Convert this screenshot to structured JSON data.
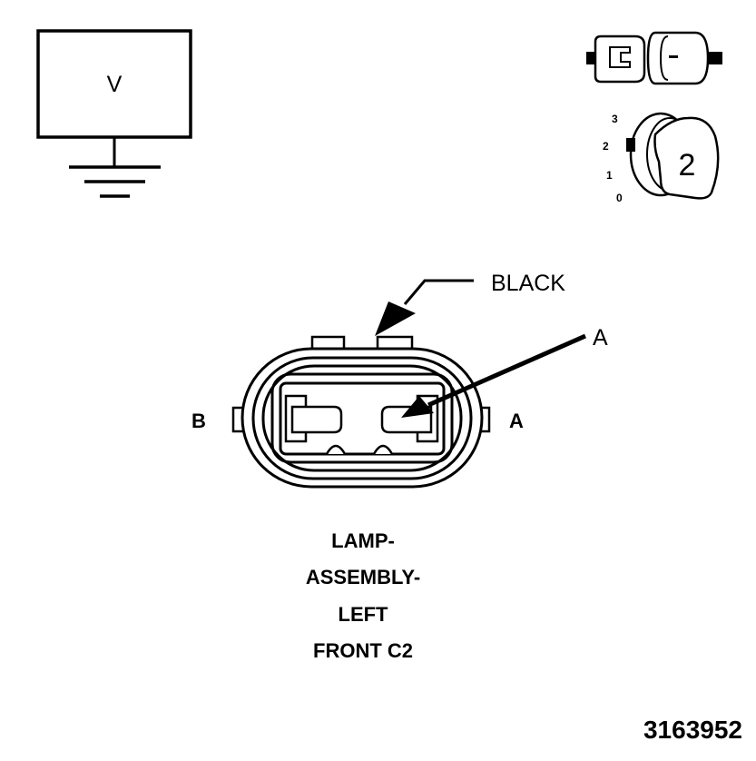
{
  "voltmeter": {
    "symbol": "V"
  },
  "ignition": {
    "positions": [
      "3",
      "2",
      "1",
      "0"
    ],
    "key_number": "2"
  },
  "connector": {
    "color_label": "BLACK",
    "callout_label": "A",
    "pin_left_label": "B",
    "pin_right_label": "A"
  },
  "caption": {
    "line1": "LAMP-",
    "line2": "ASSEMBLY-",
    "line3": "LEFT",
    "line4": "FRONT C2"
  },
  "figure_number": "3163952"
}
